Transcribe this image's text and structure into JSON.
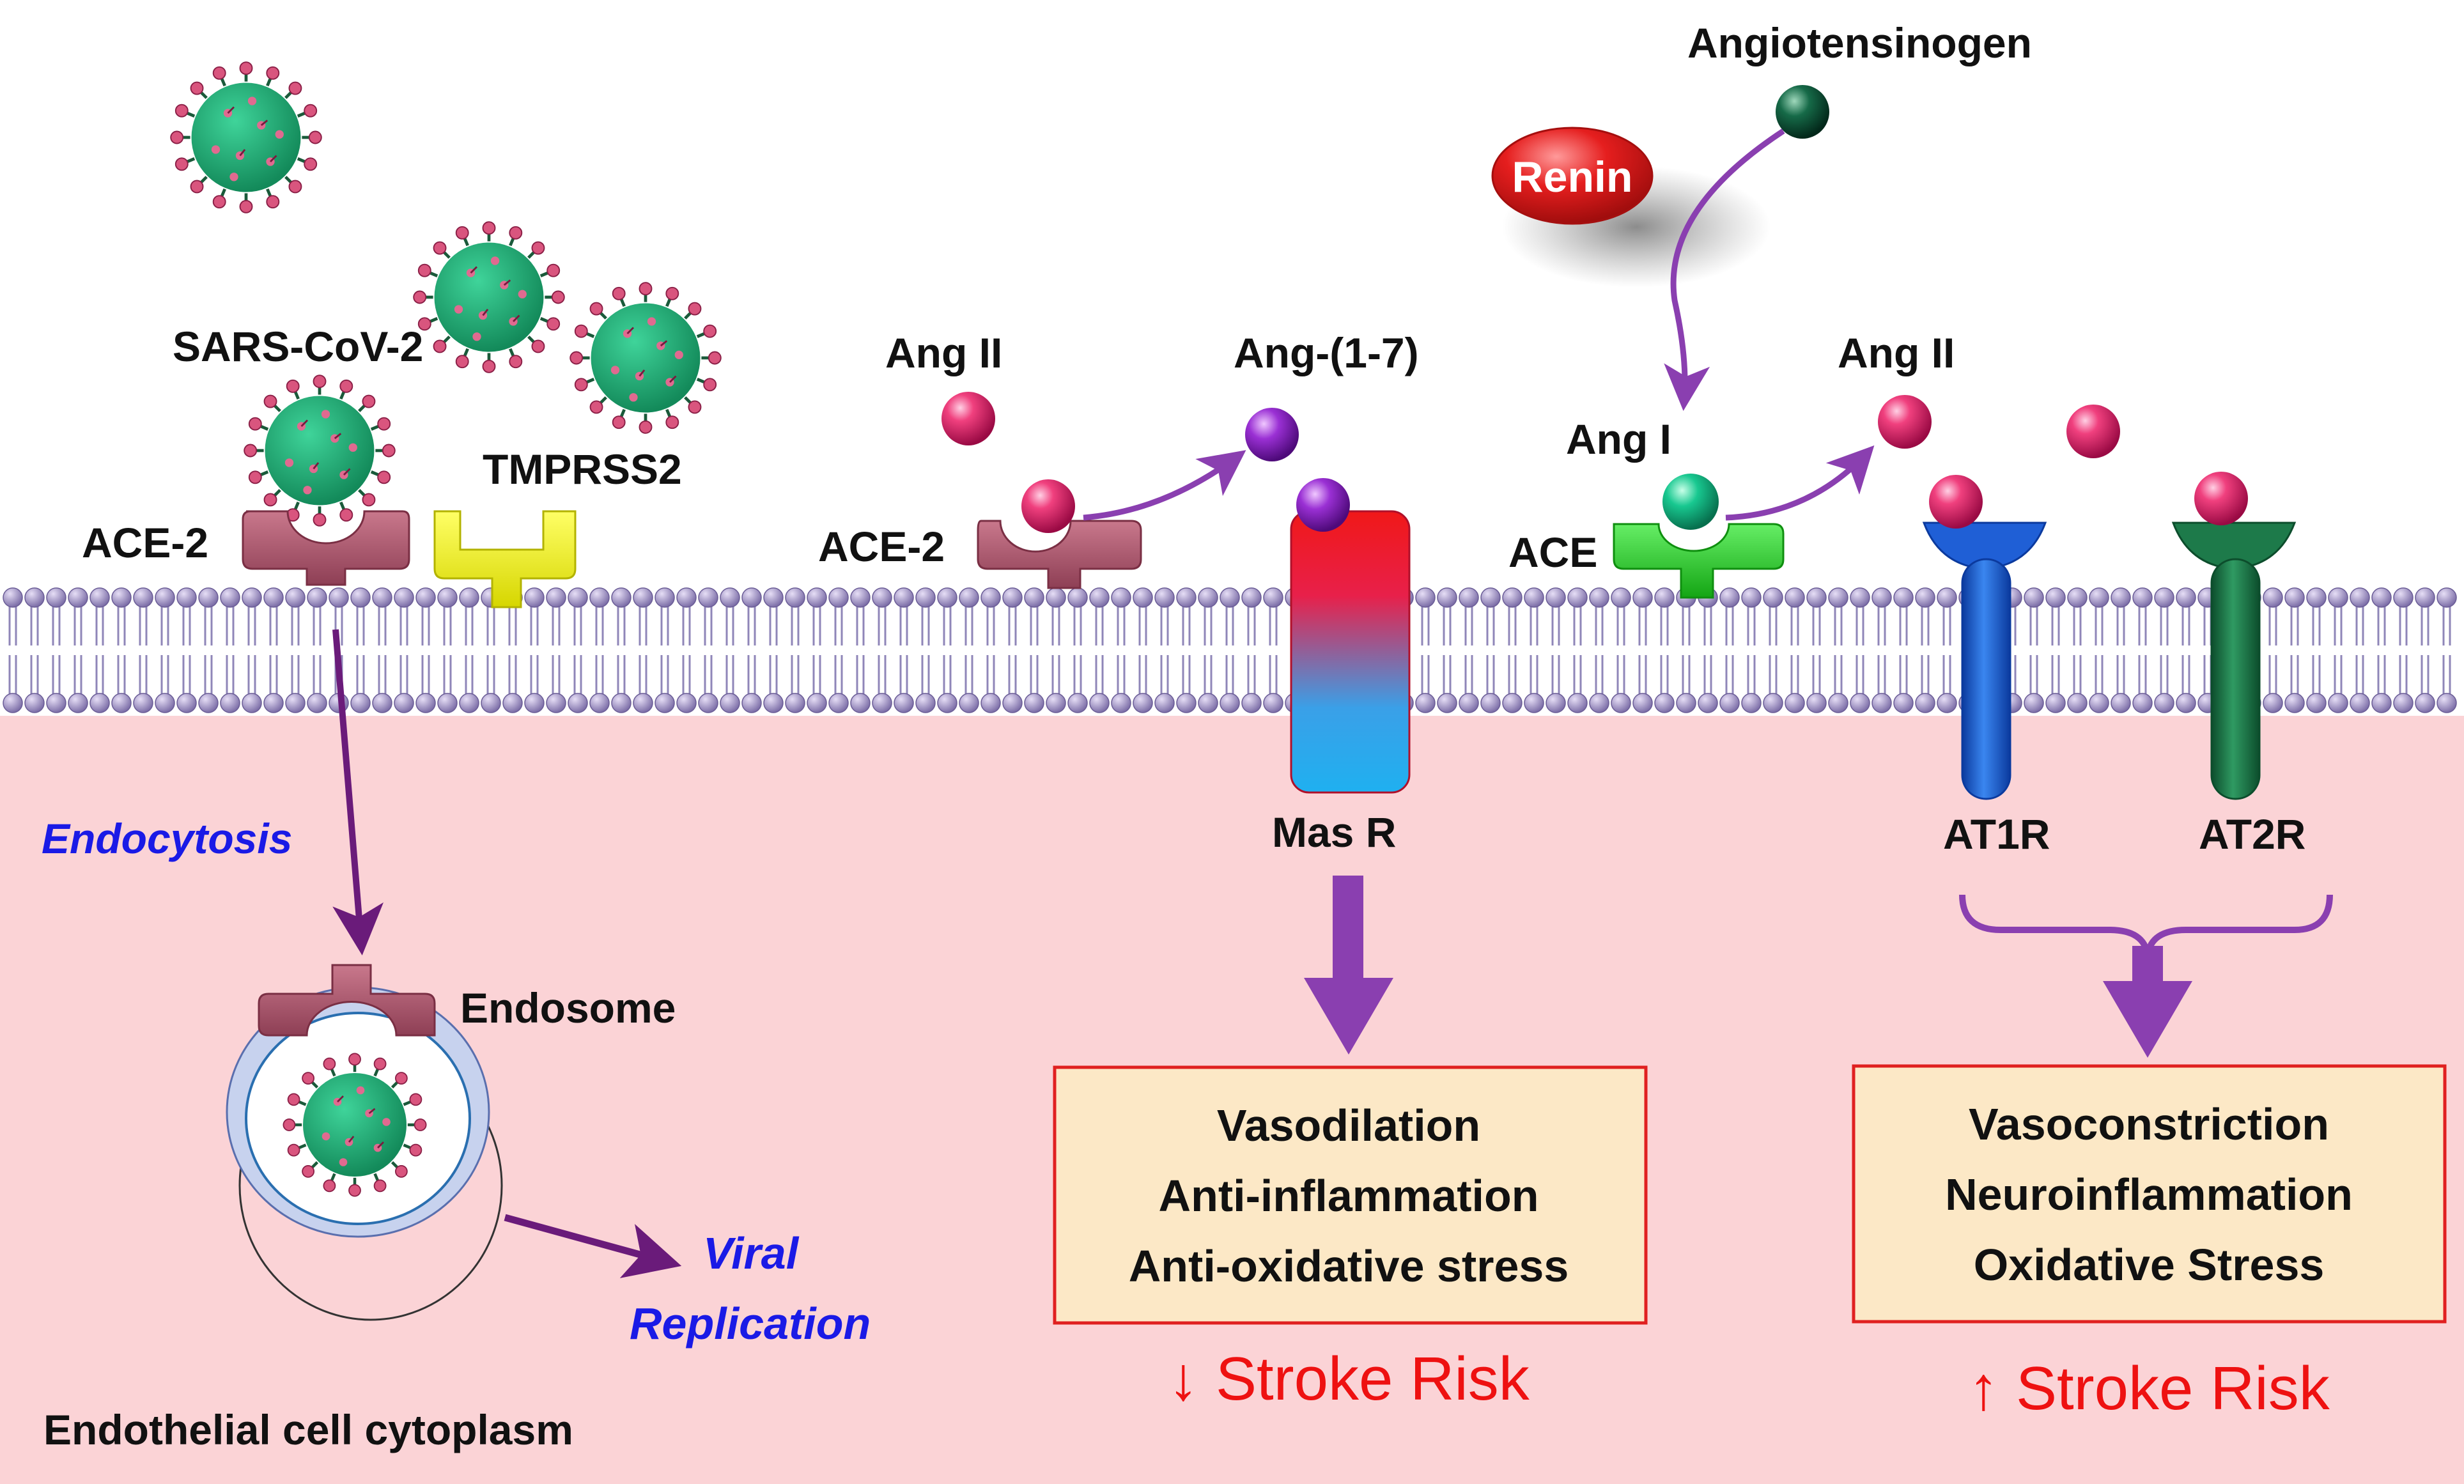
{
  "labels": {
    "sars_cov_2": "SARS-CoV-2",
    "tmprss2": "TMPRSS2",
    "ace2_left": "ACE-2",
    "ace2_mid": "ACE-2",
    "endocytosis": "Endocytosis",
    "endosome": "Endosome",
    "viral": "Viral",
    "replication": "Replication",
    "cytoplasm": "Endothelial cell cytoplasm",
    "ang2_mid": "Ang II",
    "ang17": "Ang-(1-7)",
    "masr": "Mas R",
    "angiotensinogen": "Angiotensinogen",
    "renin": "Renin",
    "ang1": "Ang I",
    "ace": "ACE",
    "ang2_right": "Ang II",
    "at1r": "AT1R",
    "at2r": "AT2R"
  },
  "boxes": {
    "left": {
      "lines": [
        "Vasodilation",
        "Anti-inflammation",
        "Anti-oxidative stress"
      ],
      "risk": "↓ Stroke Risk"
    },
    "right": {
      "lines": [
        "Vasoconstriction",
        "Neuroinflammation",
        "Oxidative Stress"
      ],
      "risk": "↑ Stroke Risk"
    }
  },
  "colors": {
    "cytoplasm": "#fbd3d6",
    "membrane_head": "#9c8fc2",
    "virus_body": "#22a873",
    "virus_spike": "#d9557e",
    "ace2": "#b35d73",
    "tmprss2": "#f2f21e",
    "ace": "#22c322",
    "at1r": "#1f5fd6",
    "at2r": "#1d7a4a",
    "arrow_purple": "#8a3fb0",
    "arrow_dark": "#6a1b7a",
    "box_fill": "#fce8c6",
    "box_border": "#e02020",
    "risk_text": "#ee1111",
    "renin": "#e51e1e",
    "ang_ii": "#e0176a",
    "ang_1_7": "#8a2fc4",
    "ang_i": "#13c08a",
    "angiotensinogen": "#0f5a3a"
  }
}
